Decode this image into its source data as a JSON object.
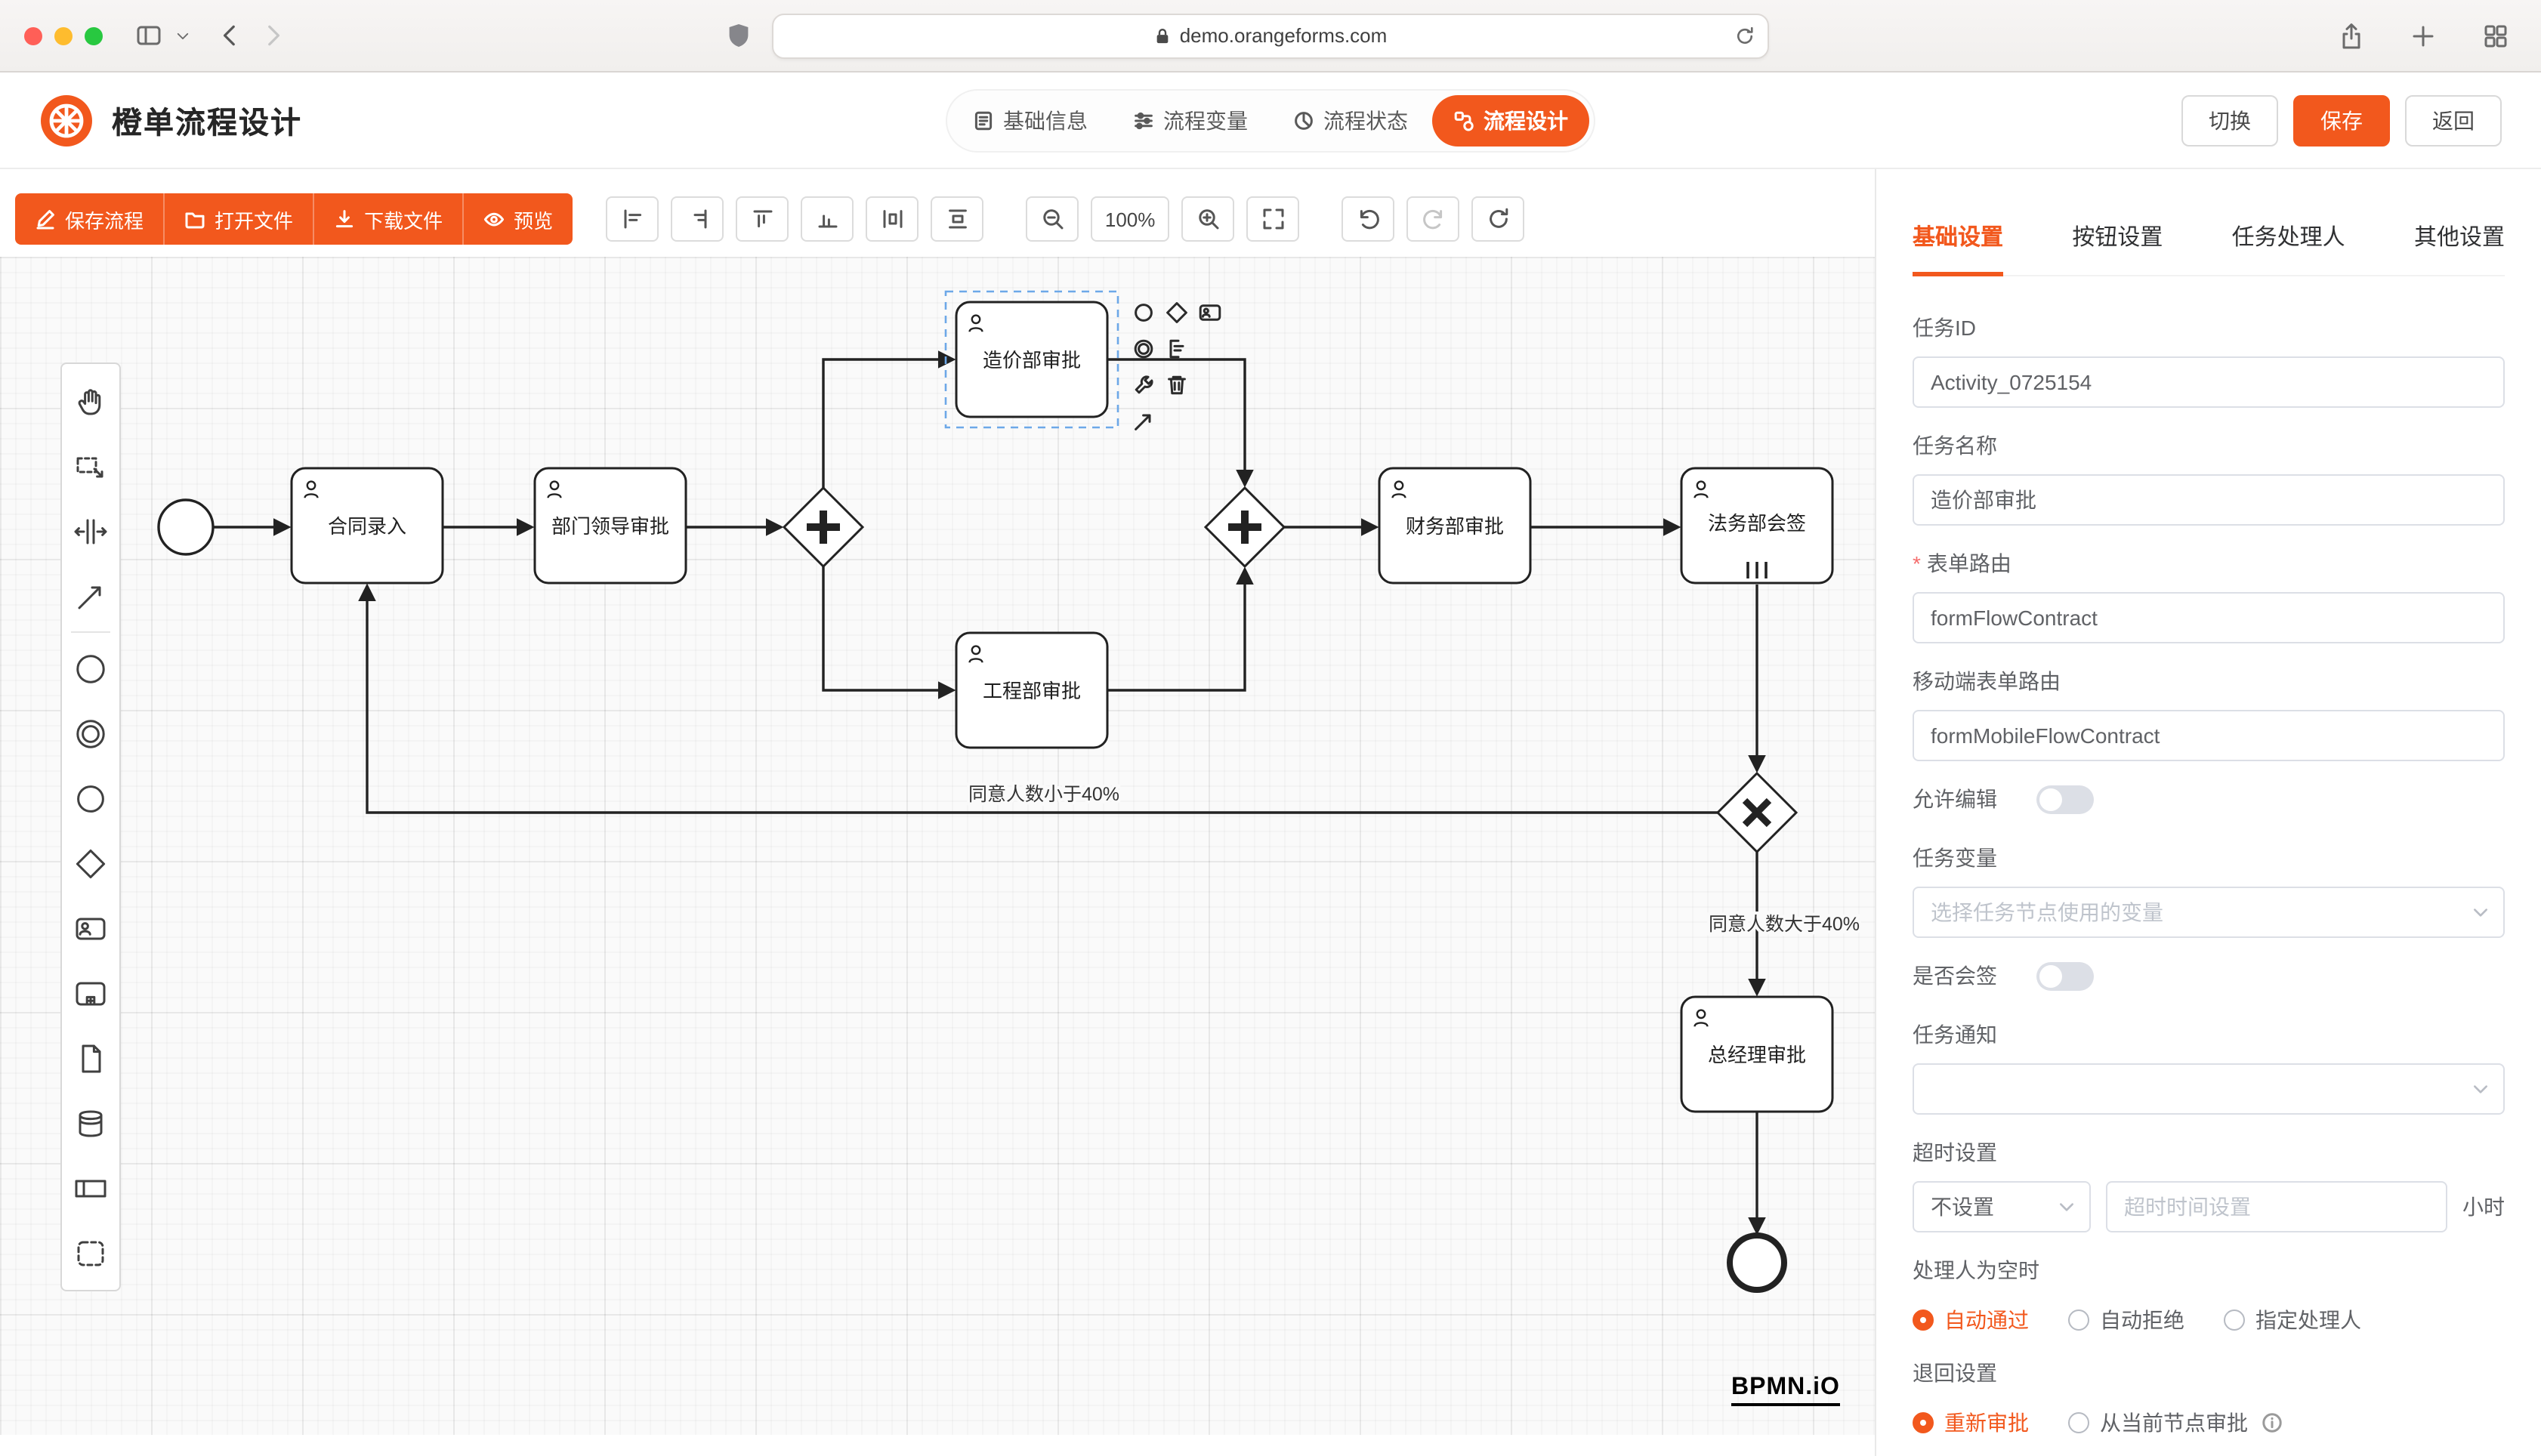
{
  "browser": {
    "url": "demo.orangeforms.com"
  },
  "app_header": {
    "title": "橙单流程设计",
    "nav_tabs": [
      {
        "label": "基础信息",
        "icon": "form-icon",
        "active": false
      },
      {
        "label": "流程变量",
        "icon": "variables-icon",
        "active": false
      },
      {
        "label": "流程状态",
        "icon": "status-icon",
        "active": false
      },
      {
        "label": "流程设计",
        "icon": "design-icon",
        "active": true
      }
    ],
    "actions": [
      {
        "label": "切换",
        "type": "default"
      },
      {
        "label": "保存",
        "type": "primary"
      },
      {
        "label": "返回",
        "type": "default"
      }
    ]
  },
  "toolbar": {
    "file_buttons": [
      {
        "label": "保存流程",
        "icon": "save-icon"
      },
      {
        "label": "打开文件",
        "icon": "folder-open-icon"
      },
      {
        "label": "下载文件",
        "icon": "download-icon"
      },
      {
        "label": "预览",
        "icon": "eye-icon"
      }
    ],
    "zoom_level": "100%"
  },
  "diagram": {
    "nodes": [
      {
        "id": "start",
        "type": "start-event",
        "label": ""
      },
      {
        "id": "task-contract-entry",
        "type": "user-task",
        "label": "合同录入"
      },
      {
        "id": "task-dept-leader-approval",
        "type": "user-task",
        "label": "部门领导审批"
      },
      {
        "id": "task-cost-dept-approval",
        "type": "user-task",
        "label": "造价部审批",
        "selected": true
      },
      {
        "id": "task-engineering-approval",
        "type": "user-task",
        "label": "工程部审批"
      },
      {
        "id": "task-finance-approval",
        "type": "user-task",
        "label": "财务部审批"
      },
      {
        "id": "task-legal-countersign",
        "type": "user-task",
        "label": "法务部会签",
        "multi_instance": true
      },
      {
        "id": "task-gm-approval",
        "type": "user-task",
        "label": "总经理审批"
      },
      {
        "id": "gateway-split",
        "type": "parallel-gateway",
        "label": ""
      },
      {
        "id": "gateway-join",
        "type": "parallel-gateway",
        "label": ""
      },
      {
        "id": "gateway-decision",
        "type": "exclusive-gateway",
        "label": ""
      },
      {
        "id": "end",
        "type": "end-event",
        "label": ""
      }
    ],
    "edge_labels": {
      "reject": "同意人数小于40%",
      "approve": "同意人数大于40%"
    },
    "watermark": "BPMN.iO"
  },
  "properties_panel": {
    "tabs": [
      {
        "label": "基础设置",
        "active": true
      },
      {
        "label": "按钮设置",
        "active": false
      },
      {
        "label": "任务处理人",
        "active": false
      },
      {
        "label": "其他设置",
        "active": false
      }
    ],
    "task_id": {
      "label": "任务ID",
      "value": "Activity_0725154"
    },
    "task_name": {
      "label": "任务名称",
      "value": "造价部审批"
    },
    "form_route": {
      "label": "表单路由",
      "required_marker": "*",
      "value": "formFlowContract"
    },
    "mobile_form_route": {
      "label": "移动端表单路由",
      "value": "formMobileFlowContract"
    },
    "allow_edit": {
      "label": "允许编辑",
      "enabled": false
    },
    "task_variable": {
      "label": "任务变量",
      "placeholder": "选择任务节点使用的变量"
    },
    "countersign": {
      "label": "是否会签",
      "enabled": false
    },
    "task_notify": {
      "label": "任务通知",
      "value": ""
    },
    "timeout": {
      "label": "超时设置",
      "mode": "不设置",
      "placeholder": "超时时间设置",
      "unit": "小时"
    },
    "handler_empty": {
      "label": "处理人为空时",
      "options": [
        "自动通过",
        "自动拒绝",
        "指定处理人"
      ],
      "selected": "自动通过"
    },
    "rollback": {
      "label": "退回设置",
      "options": [
        "重新审批",
        "从当前节点审批"
      ],
      "selected": "重新审批"
    }
  },
  "colors": {
    "accent": "#f2581d",
    "selection": "#6da8e8",
    "canvas_bg": "#fafafa"
  },
  "icons": {
    "browser": [
      "sidebar-toggle-icon",
      "chevron-down-icon",
      "back-icon",
      "forward-icon",
      "privacy-shield-icon",
      "lock-icon",
      "reload-icon",
      "share-icon",
      "new-tab-icon",
      "tab-overview-icon"
    ],
    "palette": [
      "hand-tool-icon",
      "lasso-tool-icon",
      "space-tool-icon",
      "connect-tool-icon",
      "start-event-icon",
      "intermediate-event-icon",
      "end-event-icon",
      "gateway-icon",
      "user-task-icon",
      "subprocess-icon",
      "data-object-icon",
      "data-store-icon",
      "participant-icon",
      "group-icon"
    ],
    "context_pad": [
      "append-end-event-icon",
      "append-gateway-icon",
      "append-task-icon",
      "append-intermediate-event-icon",
      "text-annotation-icon",
      "wrench-icon",
      "trash-icon",
      "connect-arrow-icon"
    ],
    "canvas_toolbar": [
      "align-left-icon",
      "align-right-icon",
      "align-top-icon",
      "align-bottom-icon",
      "distribute-horizontal-icon",
      "distribute-vertical-icon",
      "zoom-out-icon",
      "zoom-in-icon",
      "fit-viewport-icon",
      "undo-icon",
      "redo-icon",
      "reset-zoom-icon"
    ]
  }
}
